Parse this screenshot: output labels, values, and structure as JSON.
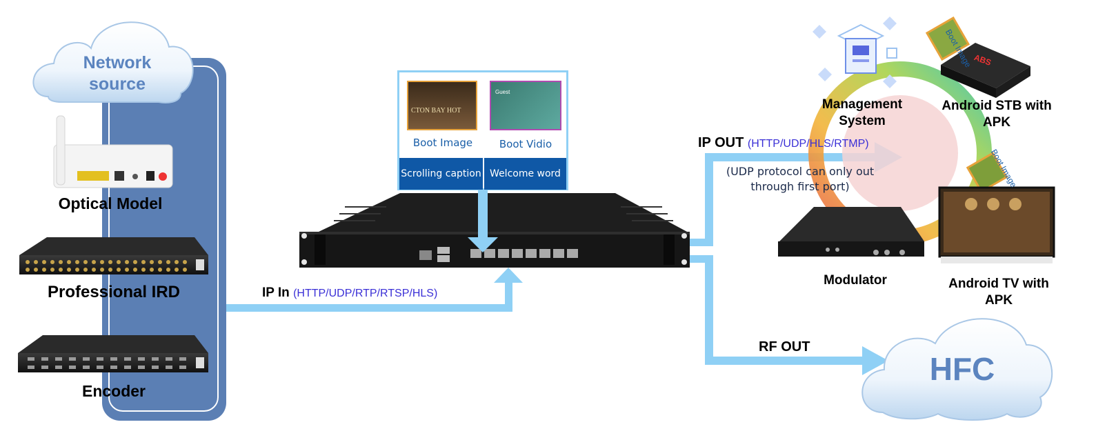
{
  "network_source": {
    "label_line1": "Network",
    "label_line2": "source"
  },
  "sources": [
    {
      "label": "Optical Model"
    },
    {
      "label": "Professional IRD"
    },
    {
      "label": "Encoder"
    }
  ],
  "ip_in": {
    "label": "IP In",
    "protocols": "(HTTP/UDP/RTP/RTSP/HLS)"
  },
  "panel": {
    "boot_image": "Boot Image",
    "boot_video": "Boot Vidio",
    "scrolling_caption": "Scrolling caption",
    "welcome_word": "Welcome word",
    "thumb1_text": "CTON BAY HOT",
    "thumb2_text": "Guest"
  },
  "ip_out": {
    "label": "IP OUT",
    "protocols": "(HTTP/UDP/HLS/RTMP)",
    "note_line1": "(UDP protocol can only out",
    "note_line2": "through first port)"
  },
  "rf_out": {
    "label": "RF OUT"
  },
  "hfc": {
    "label": "HFC"
  },
  "destinations": {
    "management_line1": "Management",
    "management_line2": "System",
    "stb_line1": "Android STB with",
    "stb_line2": "APK",
    "stb_brand": "ABS",
    "tv_line1": "Android TV with",
    "tv_line2": "APK",
    "modulator": "Modulator",
    "boot_image_tag": "Boot Image"
  },
  "colors": {
    "source_band": "#5b7fb4",
    "arrow": "#8fd0f5",
    "protocol_text": "#3a2fd6",
    "panel_blue": "#0f58a6",
    "cloud_text": "#5b84bf"
  }
}
